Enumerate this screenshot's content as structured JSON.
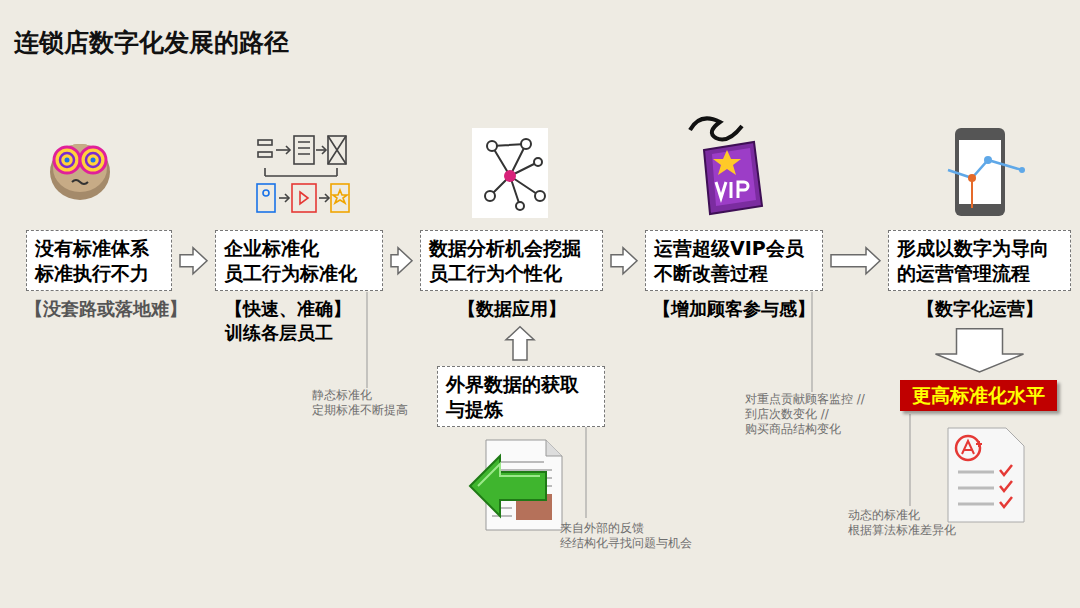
{
  "diagram": {
    "title": "连锁店数字化发展的路径",
    "nodes": [
      {
        "text": [
          "没有标准体系 标准执行不力",
          "【没套路或落地难】"
        ]
      },
      {
        "text": [
          "企业标准化 员工行为标准化",
          "【快速、准确】 训练各层员工"
        ]
      },
      {
        "text": [
          "数据分析机会挖掘 员工行为个性化",
          "【数据应用】"
        ]
      },
      {
        "text": [
          "运营超级VIP会员 不断改善过程",
          "【增加顾客参与感】"
        ]
      },
      {
        "text": [
          "形成以数字为导向 的运营管理流程",
          "【数字化运营】"
        ]
      },
      {
        "text": [
          "外界数据的获取 与提炼"
        ]
      },
      {
        "text": [
          "更高标准化水平"
        ]
      }
    ],
    "edges": [
      {
        "from": 0,
        "to": 1,
        "arrow": "to"
      },
      {
        "from": 1,
        "to": 2,
        "arrow": "to"
      },
      {
        "from": 2,
        "to": 3,
        "arrow": "to"
      },
      {
        "from": 3,
        "to": 4,
        "arrow": "to"
      },
      {
        "from": 5,
        "to": 2,
        "arrow": "to"
      },
      {
        "from": 4,
        "to": 6,
        "arrow": "to"
      }
    ],
    "labels": [
      "静态标准化 定期标准不断提高",
      "对重点贡献顾客监控 //到店次数变化 //购买商品结构变化",
      "来自外部的反馈 经结构化寻找问题与机会",
      "动态的标准化 根据算法标准差异化"
    ]
  }
}
